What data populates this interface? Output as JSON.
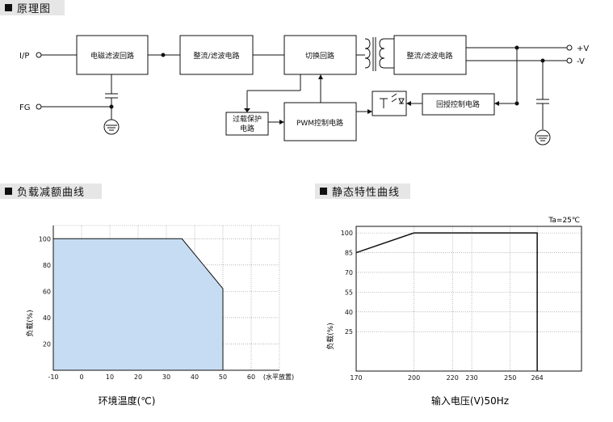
{
  "sections": {
    "schematic": "原理图",
    "derating": "负载减额曲线",
    "static": "静态特性曲线"
  },
  "schematic": {
    "in_label": "I/P",
    "fg_label": "FG",
    "out_pos": "+V",
    "out_neg": "-V",
    "blocks": {
      "emi": "电磁滤波回路",
      "rect1": "整流/滤波电路",
      "switch": "切换回路",
      "rect2": "整流/滤波电路",
      "ovp": [
        "过载保护",
        "电路"
      ],
      "pwm": "PWM控制电路",
      "feedback": "回授控制电路"
    }
  },
  "chart_data": [
    {
      "type": "area",
      "xlabel": "环境温度(℃)",
      "ylabel": "负载(%)",
      "x_ticks": [
        "-10",
        "0",
        "10",
        "20",
        "30",
        "40",
        "50",
        "60"
      ],
      "x_tick_values": [
        -10,
        0,
        10,
        20,
        30,
        40,
        50,
        60
      ],
      "x_extra_label": "(水平放置)",
      "y_ticks": [
        "20",
        "40",
        "60",
        "80",
        "100"
      ],
      "y_tick_values": [
        20,
        40,
        60,
        80,
        100
      ],
      "xlim": [
        -10,
        70
      ],
      "ylim": [
        0,
        110
      ],
      "grid": true,
      "fill_color": "#c6dcf2",
      "series": [
        {
          "x": [
            -10,
            35.5,
            50,
            50
          ],
          "y": [
            100,
            100,
            62,
            0
          ]
        }
      ]
    },
    {
      "type": "line",
      "xlabel": "输入电压(V)50Hz",
      "ylabel": "负载(%)",
      "annotation": "Ta=25℃",
      "x_ticks": [
        "170",
        "200",
        "220",
        "230",
        "250",
        "264"
      ],
      "x_tick_values": [
        170,
        200,
        220,
        230,
        250,
        264
      ],
      "y_ticks": [
        "25",
        "40",
        "55",
        "70",
        "85",
        "100"
      ],
      "y_tick_values": [
        25,
        40,
        55,
        70,
        85,
        100
      ],
      "xlim": [
        170,
        287
      ],
      "ylim": [
        -5,
        105
      ],
      "grid": true,
      "series": [
        {
          "x": [
            170,
            200,
            264,
            264
          ],
          "y": [
            85,
            100,
            100,
            -5
          ]
        }
      ]
    }
  ]
}
